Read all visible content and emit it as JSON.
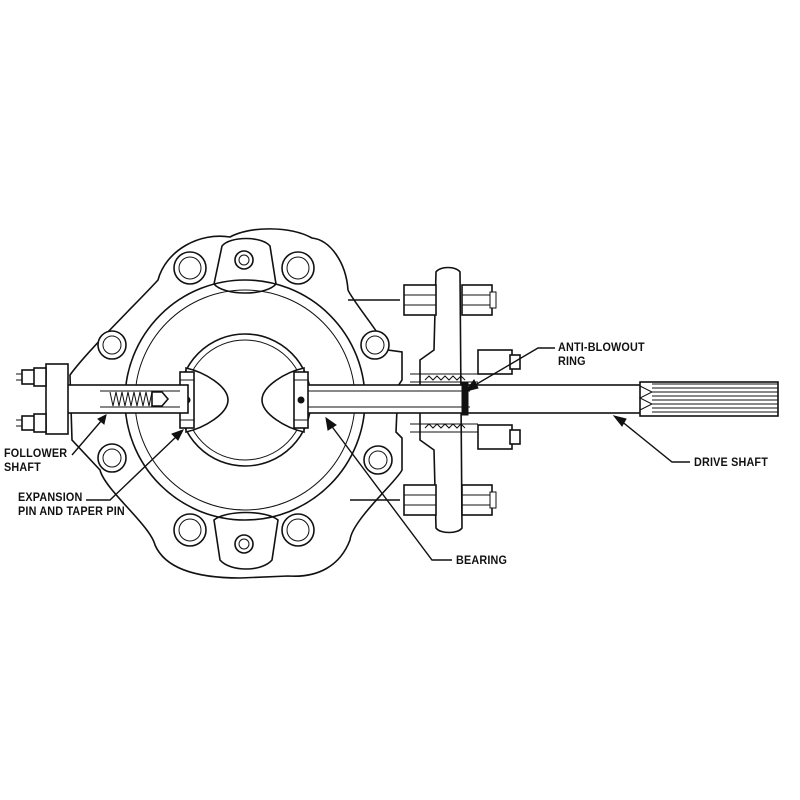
{
  "labels": {
    "anti_blowout_line1": "ANTI-BLOWOUT",
    "anti_blowout_line2": "RING",
    "follower_line1": "FOLLOWER",
    "follower_line2": "SHAFT",
    "expansion_line1": "EXPANSION",
    "expansion_line2": "PIN AND TAPER PIN",
    "bearing": "BEARING",
    "drive_shaft": "DRIVE SHAFT"
  }
}
